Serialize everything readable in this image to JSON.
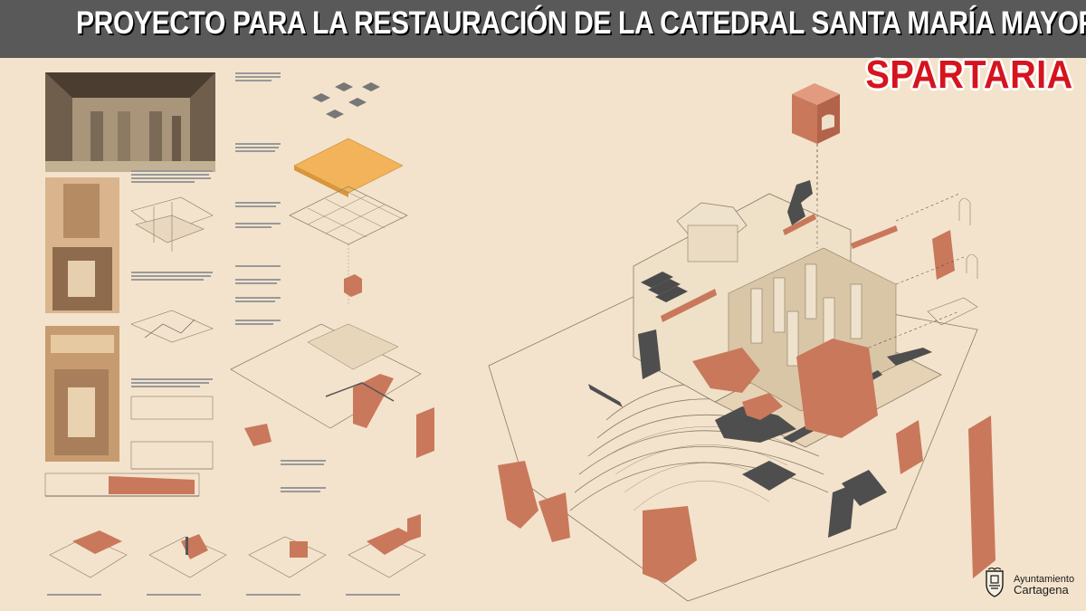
{
  "header": {
    "title": "PROYECTO PARA LA RESTAURACIÓN DE LA CATEDRAL SANTA MARÍA MAYOR",
    "brand": "SPARTARIA"
  },
  "logo": {
    "line1": "Ayuntamiento",
    "line2": "Cartagena",
    "icon": "coat-of-arms-icon"
  },
  "colors": {
    "header_bg": "#595959",
    "brand_red": "#d6141e",
    "paper": "#f3e3cc",
    "terracotta": "#c9785b",
    "roof_orange": "#f2b35a"
  }
}
